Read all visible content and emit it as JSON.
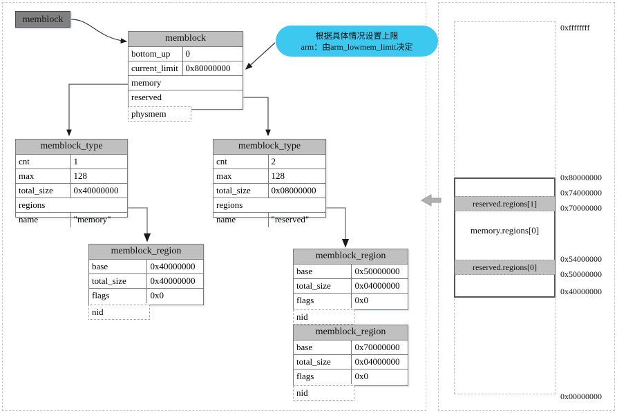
{
  "diagram": {
    "title_label": "memblock",
    "callout": {
      "line1": "根据具体情况设置上限",
      "line2": "arm：由arm_lowmem_limit决定"
    }
  },
  "memblock_struct": {
    "header": "memblock",
    "rows": [
      {
        "key": "bottom_up",
        "value": "0"
      },
      {
        "key": "current_limit",
        "value": "0x80000000"
      },
      {
        "key": "memory",
        "value": ""
      },
      {
        "key": "reserved",
        "value": ""
      },
      {
        "key": "physmem",
        "value": ""
      }
    ]
  },
  "memory_type": {
    "header": "memblock_type",
    "rows": [
      {
        "key": "cnt",
        "value": "1"
      },
      {
        "key": "max",
        "value": "128"
      },
      {
        "key": "total_size",
        "value": "0x40000000"
      },
      {
        "key": "regions",
        "value": ""
      },
      {
        "key": "name",
        "value": "\"memory\""
      }
    ]
  },
  "reserved_type": {
    "header": "memblock_type",
    "rows": [
      {
        "key": "cnt",
        "value": "2"
      },
      {
        "key": "max",
        "value": "128"
      },
      {
        "key": "total_size",
        "value": "0x08000000"
      },
      {
        "key": "regions",
        "value": ""
      },
      {
        "key": "name",
        "value": "\"reserved\""
      }
    ]
  },
  "memory_region_0": {
    "header": "memblock_region",
    "rows": [
      {
        "key": "base",
        "value": "0x40000000"
      },
      {
        "key": "total_size",
        "value": "0x40000000"
      },
      {
        "key": "flags",
        "value": "0x0"
      },
      {
        "key": "nid",
        "value": ""
      }
    ]
  },
  "reserved_region_0": {
    "header": "memblock_region",
    "rows": [
      {
        "key": "base",
        "value": "0x50000000"
      },
      {
        "key": "total_size",
        "value": "0x04000000"
      },
      {
        "key": "flags",
        "value": "0x0"
      },
      {
        "key": "nid",
        "value": ""
      }
    ]
  },
  "reserved_region_1": {
    "header": "memblock_region",
    "rows": [
      {
        "key": "base",
        "value": "0x70000000"
      },
      {
        "key": "total_size",
        "value": "0x04000000"
      },
      {
        "key": "flags",
        "value": "0x0"
      },
      {
        "key": "nid",
        "value": ""
      }
    ]
  },
  "memory_map": {
    "bands": [
      {
        "label": "reserved.regions[1]"
      },
      {
        "label": "memory.regions[0]"
      },
      {
        "label": "reserved.regions[0]"
      }
    ],
    "addresses": [
      "0xffffffff",
      "0x80000000",
      "0x74000000",
      "0x70000000",
      "0x54000000",
      "0x50000000",
      "0x40000000",
      "0x00000000"
    ]
  },
  "colors": {
    "header_gray": "#c0c0c0",
    "label_gray": "#808080",
    "callout_blue": "#3cc8ef",
    "arrow_gray": "#b0b0b0",
    "border_gray": "#7a7a7a"
  }
}
